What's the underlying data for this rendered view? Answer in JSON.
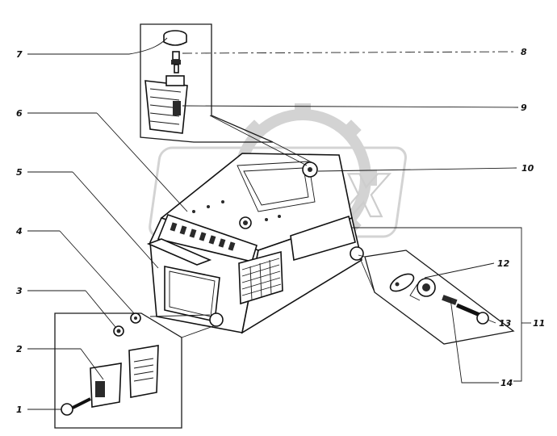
{
  "watermark": {
    "text": "OPEX"
  },
  "callouts": [
    {
      "id": "1",
      "text": "1"
    },
    {
      "id": "2",
      "text": "2"
    },
    {
      "id": "3",
      "text": "3"
    },
    {
      "id": "4",
      "text": "4"
    },
    {
      "id": "5",
      "text": "5"
    },
    {
      "id": "6",
      "text": "6"
    },
    {
      "id": "7",
      "text": "7"
    },
    {
      "id": "8",
      "text": "8"
    },
    {
      "id": "9",
      "text": "9"
    },
    {
      "id": "10",
      "text": "10"
    },
    {
      "id": "11",
      "text": "11"
    },
    {
      "id": "12",
      "text": "12"
    },
    {
      "id": "13",
      "text": "13"
    },
    {
      "id": "14",
      "text": "14"
    }
  ]
}
